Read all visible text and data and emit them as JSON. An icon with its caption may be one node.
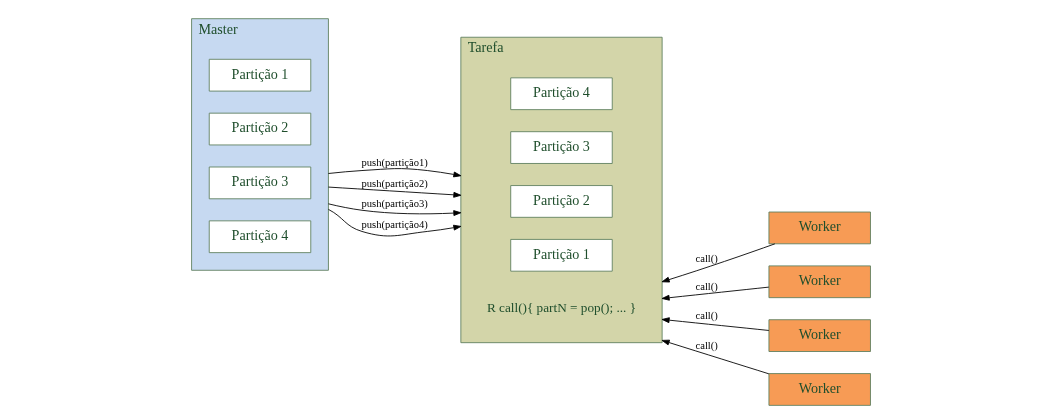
{
  "diagram": {
    "nodes": [
      {
        "text": [
          "Master"
        ]
      },
      {
        "text": [
          "Partição 1"
        ],
        "in": 0
      },
      {
        "text": [
          "Partição 2"
        ],
        "in": 0
      },
      {
        "text": [
          "Partição 3"
        ],
        "in": 0
      },
      {
        "text": [
          "Partição 4"
        ],
        "in": 0
      },
      {
        "text": [
          "Tarefa",
          "R call(){ partN = pop(); ... }"
        ]
      },
      {
        "text": [
          "Partição 4"
        ],
        "in": 5
      },
      {
        "text": [
          "Partição 3"
        ],
        "in": 5
      },
      {
        "text": [
          "Partição 2"
        ],
        "in": 5
      },
      {
        "text": [
          "Partição 1"
        ],
        "in": 5
      },
      {
        "text": [
          "Worker"
        ]
      },
      {
        "text": [
          "Worker"
        ]
      },
      {
        "text": [
          "Worker"
        ]
      },
      {
        "text": [
          "Worker"
        ]
      }
    ],
    "edges": [
      {
        "from": 0,
        "to": 5,
        "arrow": "to",
        "label": "push(partição1)"
      },
      {
        "from": 0,
        "to": 5,
        "arrow": "to",
        "label": "push(partição2)"
      },
      {
        "from": 0,
        "to": 5,
        "arrow": "to",
        "label": "push(partição3)"
      },
      {
        "from": 0,
        "to": 5,
        "arrow": "to",
        "label": "push(partição4)"
      },
      {
        "from": 10,
        "to": 5,
        "arrow": "to",
        "label": "call()"
      },
      {
        "from": 11,
        "to": 5,
        "arrow": "to",
        "label": "call()"
      },
      {
        "from": 12,
        "to": 5,
        "arrow": "to",
        "label": "call()"
      },
      {
        "from": 13,
        "to": 5,
        "arrow": "to",
        "label": "call()"
      }
    ]
  }
}
